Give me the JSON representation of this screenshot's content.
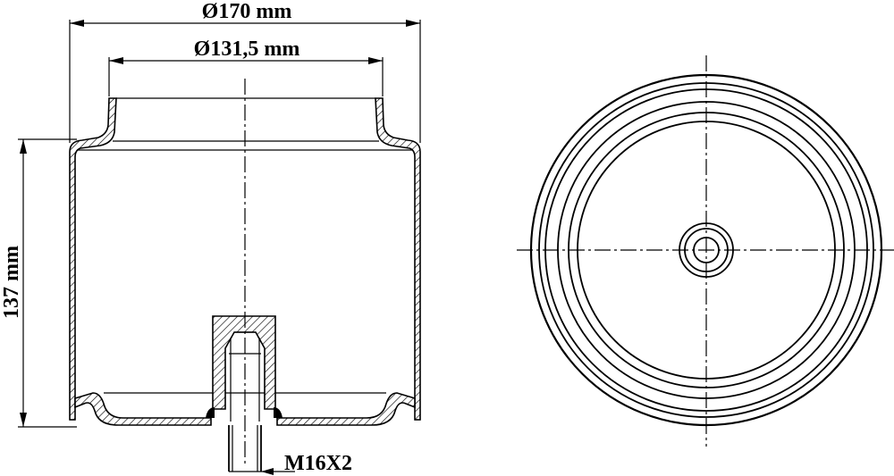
{
  "dimensions": {
    "outer_diameter": "Ø170 mm",
    "inner_diameter": "Ø131,5 mm",
    "height": "137 mm",
    "thread": "M16X2"
  }
}
